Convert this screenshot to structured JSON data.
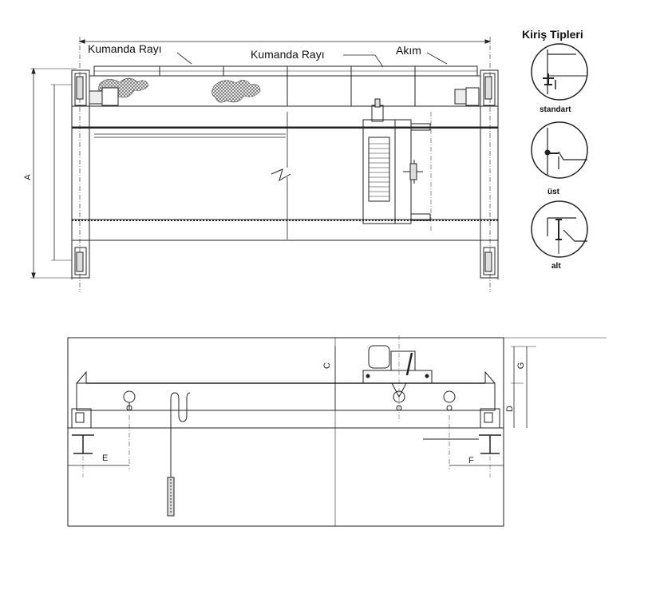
{
  "labels": {
    "kumanda_rayi_left": "Kumanda Rayı",
    "kumanda_rayi_center": "Kumanda Rayı",
    "akim": "Akım",
    "kiris_tipleri": "Kiriş Tipleri"
  },
  "girder_types": [
    {
      "name": "standart"
    },
    {
      "name": "üst"
    },
    {
      "name": "alt"
    }
  ],
  "dimensions": {
    "A": "A",
    "C": "C",
    "D": "D",
    "E": "E",
    "F": "F",
    "G": "G"
  }
}
